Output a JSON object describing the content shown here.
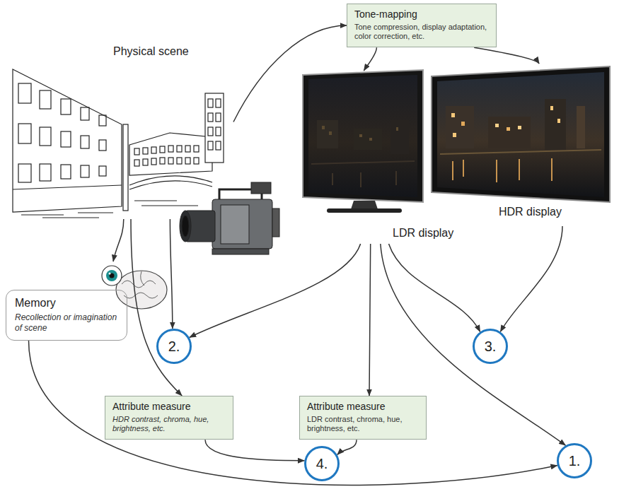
{
  "diagram": {
    "nodes": [
      {
        "text": [
          "Physical scene"
        ]
      },
      {
        "text": [
          "Tone-mapping",
          "Tone compression, display adaptation, color correction, etc."
        ]
      },
      {
        "text": [
          "LDR display"
        ]
      },
      {
        "text": [
          "HDR display"
        ]
      },
      {
        "text": [
          "Memory",
          "Recollection or imagination of scene"
        ]
      },
      {
        "text": [
          "Attribute measure",
          "HDR contrast, chroma, hue, brightness, etc."
        ]
      },
      {
        "text": [
          "Attribute measure",
          "LDR contrast, chroma, hue, brightness, etc."
        ]
      },
      {
        "text": [
          "2."
        ]
      },
      {
        "text": [
          "3."
        ]
      },
      {
        "text": [
          "4."
        ]
      },
      {
        "text": [
          "1."
        ]
      }
    ],
    "edges": [
      {
        "from": 0,
        "to": 1,
        "arrow": "to"
      },
      {
        "from": 1,
        "to": 2,
        "arrow": "to"
      },
      {
        "from": 1,
        "to": 3,
        "arrow": "to"
      },
      {
        "from": 0,
        "to": 4,
        "arrow": "to"
      },
      {
        "from": 0,
        "to": 7,
        "arrow": "to"
      },
      {
        "from": 0,
        "to": 5,
        "arrow": "to"
      },
      {
        "from": 2,
        "to": 7,
        "arrow": "to"
      },
      {
        "from": 2,
        "to": 6,
        "arrow": "to"
      },
      {
        "from": 2,
        "to": 10,
        "arrow": "to"
      },
      {
        "from": 2,
        "to": 8,
        "arrow": "to"
      },
      {
        "from": 3,
        "to": 8,
        "arrow": "to"
      },
      {
        "from": 5,
        "to": 9,
        "arrow": "to"
      },
      {
        "from": 6,
        "to": 9,
        "arrow": "to"
      },
      {
        "from": 4,
        "to": 10,
        "arrow": "to"
      }
    ]
  }
}
